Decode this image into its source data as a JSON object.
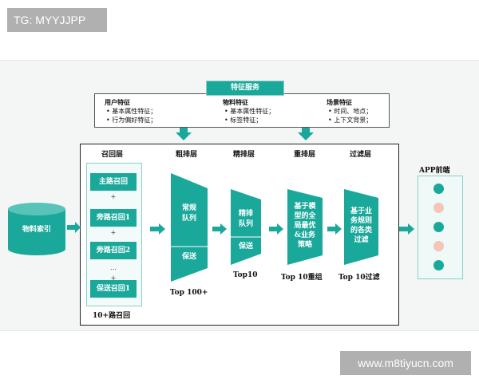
{
  "watermarks": {
    "top_left": "TG: MYYJJPP",
    "bottom_right": "www.m8tiyucn.com"
  },
  "features": {
    "title": "特征服务",
    "groups": [
      {
        "title": "用户特征",
        "items": [
          "基本属性特征；",
          "行为偏好特征；"
        ]
      },
      {
        "title": "物料特征",
        "items": [
          "基本属性特征；",
          "标签特征；"
        ]
      },
      {
        "title": "场景特征",
        "items": [
          "时间、地点；",
          "上下文背景；"
        ]
      }
    ]
  },
  "source": {
    "label": "物料索引"
  },
  "layers": {
    "recall": {
      "title": "召回层",
      "boxes": [
        "主路召回",
        "旁路召回1",
        "旁路召回2",
        "保送召回1"
      ],
      "separators": [
        "+",
        "+",
        "…",
        "+"
      ],
      "footer": "10+路召回"
    },
    "coarse": {
      "title": "粗排层",
      "top_text": "常规\n队列",
      "bottom_text": "保送",
      "footer": "Top 100+"
    },
    "fine": {
      "title": "精排层",
      "top_text": "精排\n队列",
      "bottom_text": "保送",
      "footer": "Top10"
    },
    "rerank": {
      "title": "重排层",
      "text": "基于模\n型的全\n局最优\n&业务\n策略",
      "footer": "Top 10重组"
    },
    "filter": {
      "title": "过滤层",
      "text": "基于业\n务规则\n的各类\n过滤",
      "footer": "Top 10过滤"
    }
  },
  "app": {
    "title": "APP前端"
  },
  "colors": {
    "teal": "#1aa89b",
    "pink": "#f3c6b6",
    "frame": "#8ccfc8"
  }
}
